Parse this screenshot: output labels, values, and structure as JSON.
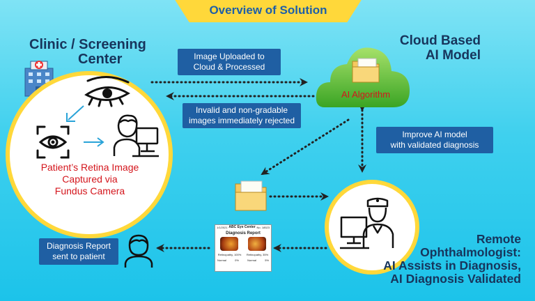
{
  "header": {
    "title": "Overview of Solution"
  },
  "clinic": {
    "title_line1": "Clinic / Screening",
    "title_line2": "Center",
    "caption_line1": "Patient’s Retina Image",
    "caption_line2": "Captured via",
    "caption_line3": "Fundus Camera"
  },
  "cloud": {
    "title_line1": "Cloud Based",
    "title_line2": "AI Model",
    "label": "AI Algorithm"
  },
  "boxes": {
    "upload_line1": "Image Uploaded to",
    "upload_line2": "Cloud & Processed",
    "invalid_line1": "Invalid and non-gradable",
    "invalid_line2": "images immediately rejected",
    "improve_line1": "Improve AI model",
    "improve_line2": "with validated diagnosis",
    "report_line1": "Diagnosis Report",
    "report_line2": "sent to patient"
  },
  "report": {
    "date": "1/1/2021",
    "center": "ABC Eye Center",
    "number": "No. 18523",
    "title": "Diagnosis Report",
    "left_label": "Retinopathy, 100%",
    "right_label": "Retinopathy, 35%",
    "left_normal": "Normal",
    "left_normal_pct": "0%",
    "right_normal": "Normal",
    "right_normal_pct": "5%"
  },
  "remote": {
    "line1": "Remote",
    "line2": "Ophthalmologist:",
    "line3": "AI Assists in Diagnosis,",
    "line4": "AI Diagnosis Validated"
  },
  "colors": {
    "accent": "#ffd83a",
    "box": "#1f5fa3",
    "heading": "#17355c",
    "cloud": "#5bbf2f",
    "red": "#d4151c"
  }
}
